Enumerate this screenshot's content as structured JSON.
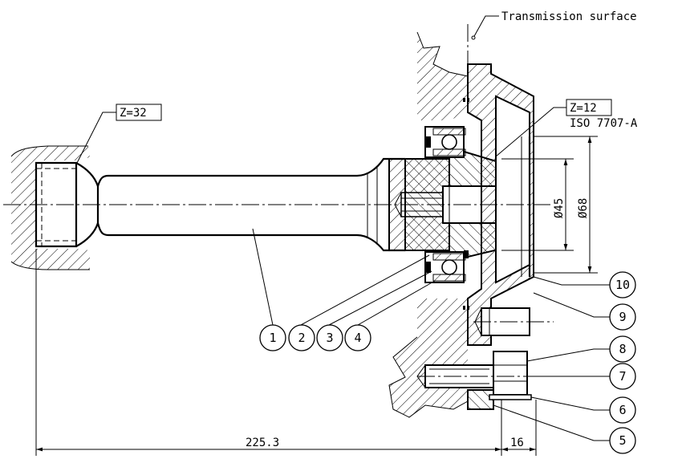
{
  "labels": {
    "transmission_surface": "Transmission surface",
    "z_left": "Z=32",
    "z_right": "Z=12",
    "iso_spec": "ISO 7707-A",
    "dia_inner": "Ø45",
    "dia_outer": "Ø68",
    "dim_length": "225.3",
    "dim_offset": "16"
  },
  "balloons": [
    "1",
    "2",
    "3",
    "4",
    "5",
    "6",
    "7",
    "8",
    "9",
    "10"
  ]
}
